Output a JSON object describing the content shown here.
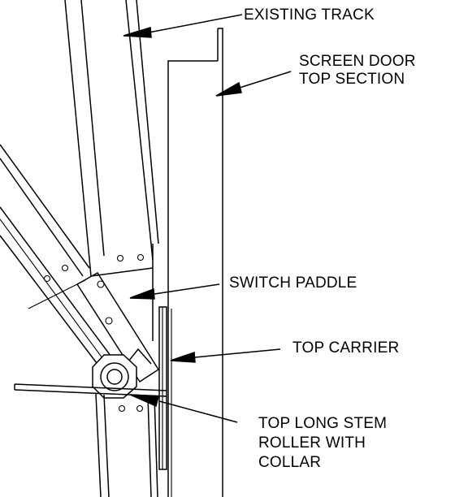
{
  "callouts": {
    "existing_track": {
      "lines": [
        "EXISTING TRACK"
      ]
    },
    "screen_door_top_section": {
      "lines": [
        "SCREEN DOOR",
        "TOP SECTION"
      ]
    },
    "switch_paddle": {
      "lines": [
        "SWITCH PADDLE"
      ]
    },
    "top_carrier": {
      "lines": [
        "TOP CARRIER"
      ]
    },
    "top_long_stem_roller": {
      "lines": [
        "TOP LONG STEM",
        "ROLLER WITH",
        "COLLAR"
      ]
    }
  },
  "colors": {
    "ink": "#000000",
    "background": "#ffffff"
  }
}
